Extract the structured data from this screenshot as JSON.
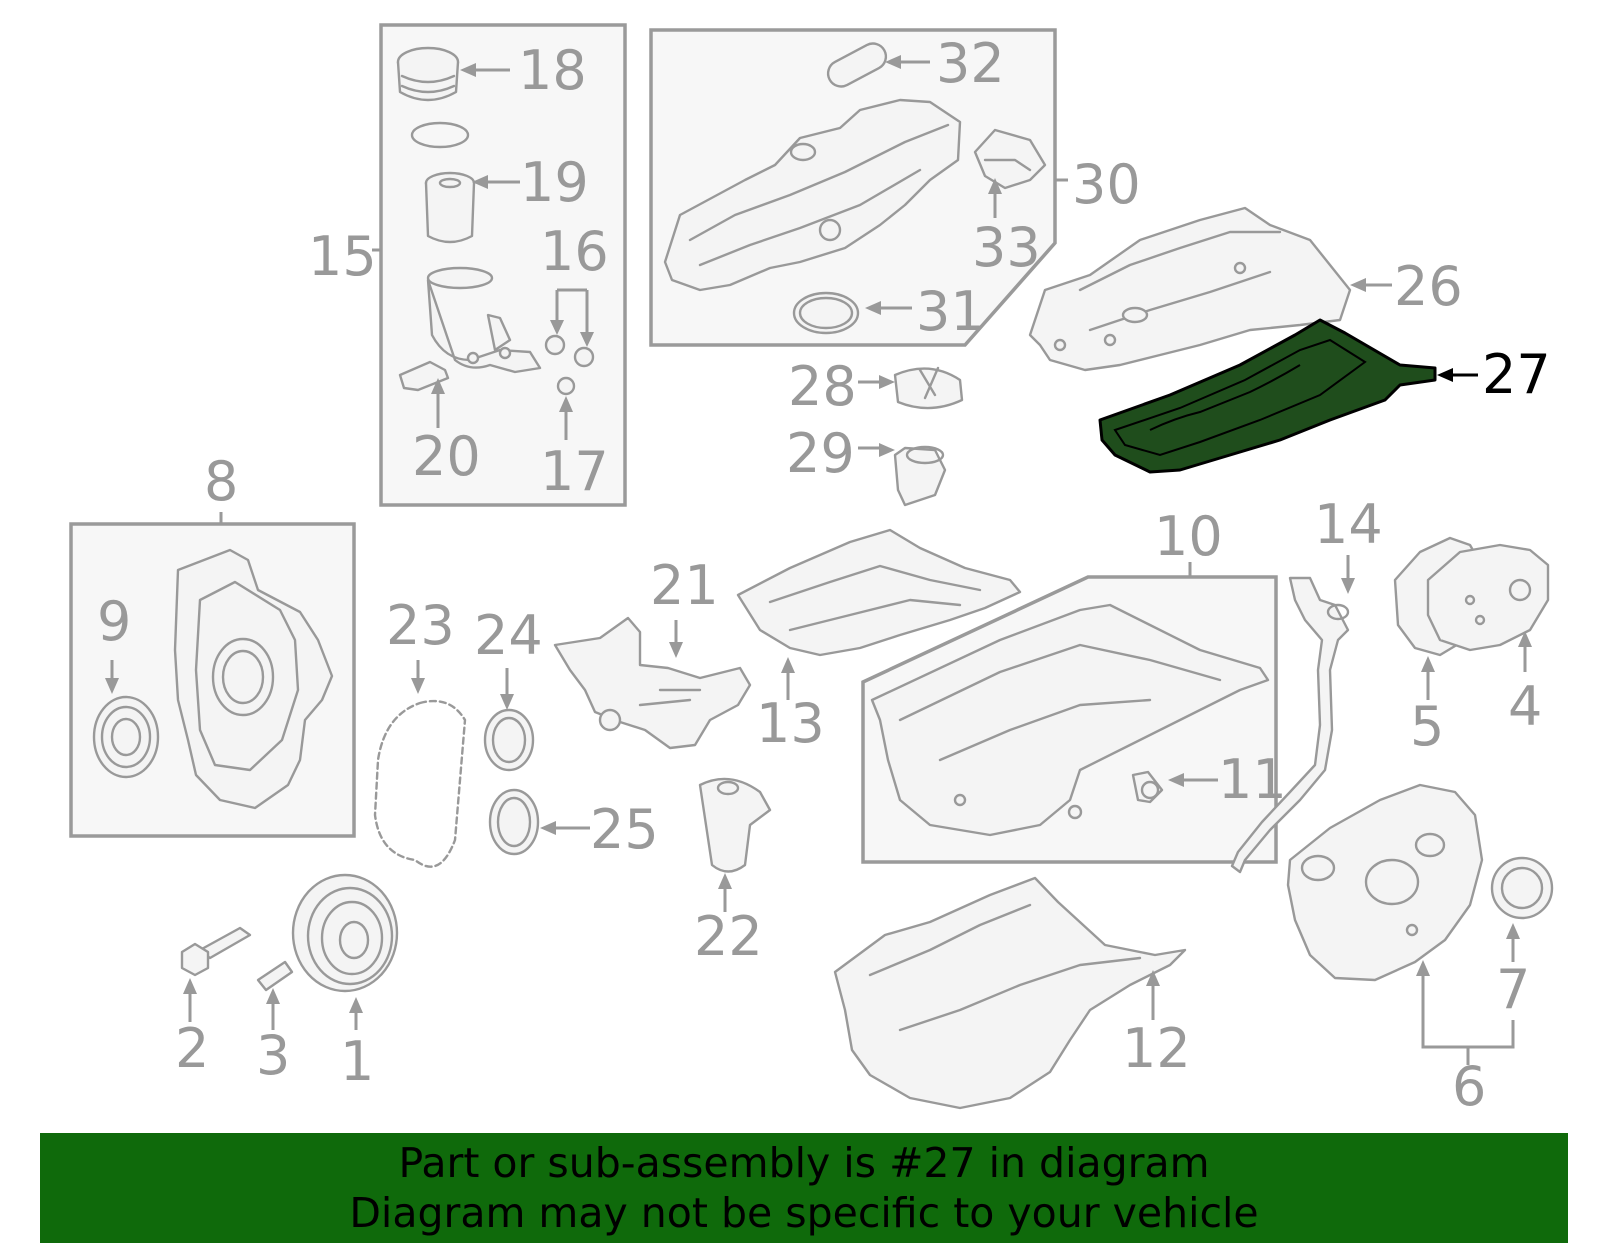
{
  "callouts": {
    "c1": "1",
    "c2": "2",
    "c3": "3",
    "c4": "4",
    "c5": "5",
    "c6": "6",
    "c7": "7",
    "c8": "8",
    "c9": "9",
    "c10": "10",
    "c11": "11",
    "c12": "12",
    "c13": "13",
    "c14": "14",
    "c15": "15",
    "c16": "16",
    "c17": "17",
    "c18": "18",
    "c19": "19",
    "c20": "20",
    "c21": "21",
    "c22": "22",
    "c23": "23",
    "c24": "24",
    "c25": "25",
    "c26": "26",
    "c27": "27",
    "c28": "28",
    "c29": "29",
    "c30": "30",
    "c31": "31",
    "c32": "32",
    "c33": "33"
  },
  "highlight": {
    "part": "27",
    "color": "#1f4d1c"
  },
  "colors": {
    "part_stroke": "#999999",
    "banner_background": "#0f6a0b",
    "banner_text": "#000000"
  },
  "banner": {
    "line1": "Part or sub-assembly is #27 in diagram",
    "line2": "Diagram may not be specific to your vehicle"
  }
}
